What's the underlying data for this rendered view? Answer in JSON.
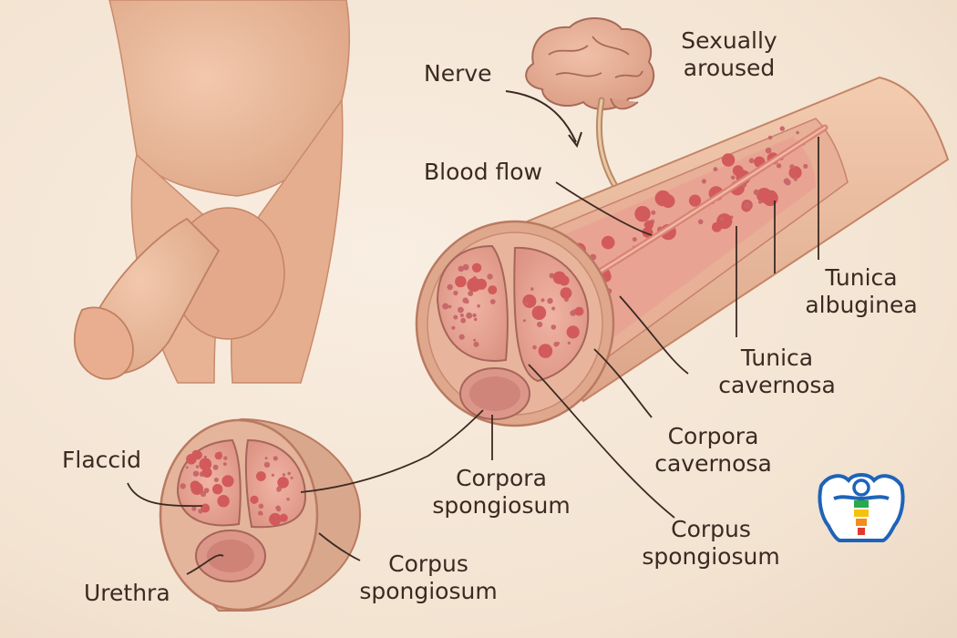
{
  "labels": {
    "sexually_aroused_line1": "Sexually",
    "sexually_aroused_line2": "aroused",
    "nerve": "Nerve",
    "blood_flow": "Blood flow",
    "tunica_albuginea_line1": "Tunica",
    "tunica_albuginea_line2": "albuginea",
    "tunica_cavernosa_line1": "Tunica",
    "tunica_cavernosa_line2": "cavernosa",
    "corpora_cavernosa_line1": "Corpora",
    "corpora_cavernosa_line2": "cavernosa",
    "corpora_spongiosum_line1": "Corpora",
    "corpora_spongiosum_line2": "spongiosum",
    "corpus_spongiosum_right_line1": "Corpus",
    "corpus_spongiosum_right_line2": "spongiosum",
    "flaccid": "Flaccid",
    "urethra": "Urethra",
    "corpus_spongiosum_bottom_line1": "Corpus",
    "corpus_spongiosum_bottom_line2": "spongiosum"
  },
  "logo": {
    "icon": "muscle-figure-shield-logo",
    "colors": [
      "#1e63b8",
      "#2aa84a",
      "#f4c20d",
      "#f28c1a",
      "#e03a2e"
    ]
  },
  "palette": {
    "background": "#f4e6d6",
    "skin": "#eab898",
    "tissue": "#e7a193",
    "blood": "#d25a5a",
    "text": "#3b2a22"
  }
}
